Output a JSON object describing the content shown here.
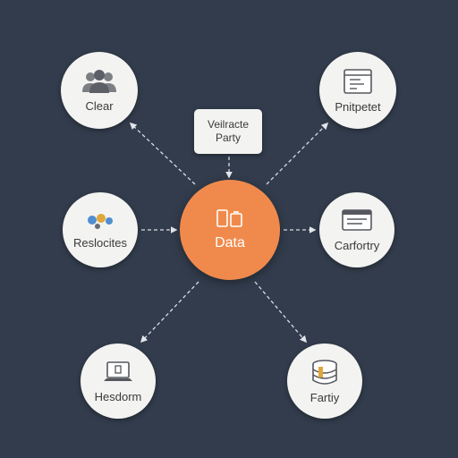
{
  "center": {
    "label": "Data"
  },
  "source": {
    "label_line1": "Veilracte",
    "label_line2": "Party"
  },
  "nodes": {
    "top_left": {
      "label": "Clear",
      "icon": "people-group-icon"
    },
    "top_right": {
      "label": "Pnitpetet",
      "icon": "browser-window-icon"
    },
    "mid_left": {
      "label": "Reslocites",
      "icon": "people-bubble-icon"
    },
    "mid_right": {
      "label": "Carfortry",
      "icon": "monitor-window-icon"
    },
    "bottom_left": {
      "label": "Hesdorm",
      "icon": "laptop-icon"
    },
    "bottom_right": {
      "label": "Fartiy",
      "icon": "database-icon"
    }
  },
  "colors": {
    "background": "#323c4c",
    "center_fill": "#f08a4c",
    "node_fill": "#f3f3f1",
    "connector": "#d9dde3"
  }
}
